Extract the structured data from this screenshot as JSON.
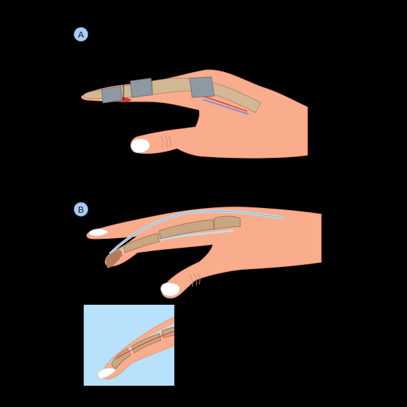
{
  "diagram": {
    "panels": [
      {
        "id": "a",
        "label": "A"
      },
      {
        "id": "b",
        "label": "B"
      }
    ]
  },
  "colors": {
    "background": "#000000",
    "skin": "#f9ad8c",
    "skin_outline": "#e8957a",
    "nail": "#ffffff",
    "bone": "#d4b896",
    "bone_dark": "#b08a68",
    "tendon": "#c2dcee",
    "tendon_outline": "#8cb1cc",
    "vessel_red": "#d83a3a",
    "vessel_blue": "#7b8fd0",
    "splint_tape": "#8f99a3",
    "label_badge": "#a9cdf4",
    "inset_background": "#b8e1fb"
  },
  "icons": [
    "splint-tape-icon",
    "wound-marker-icon"
  ]
}
